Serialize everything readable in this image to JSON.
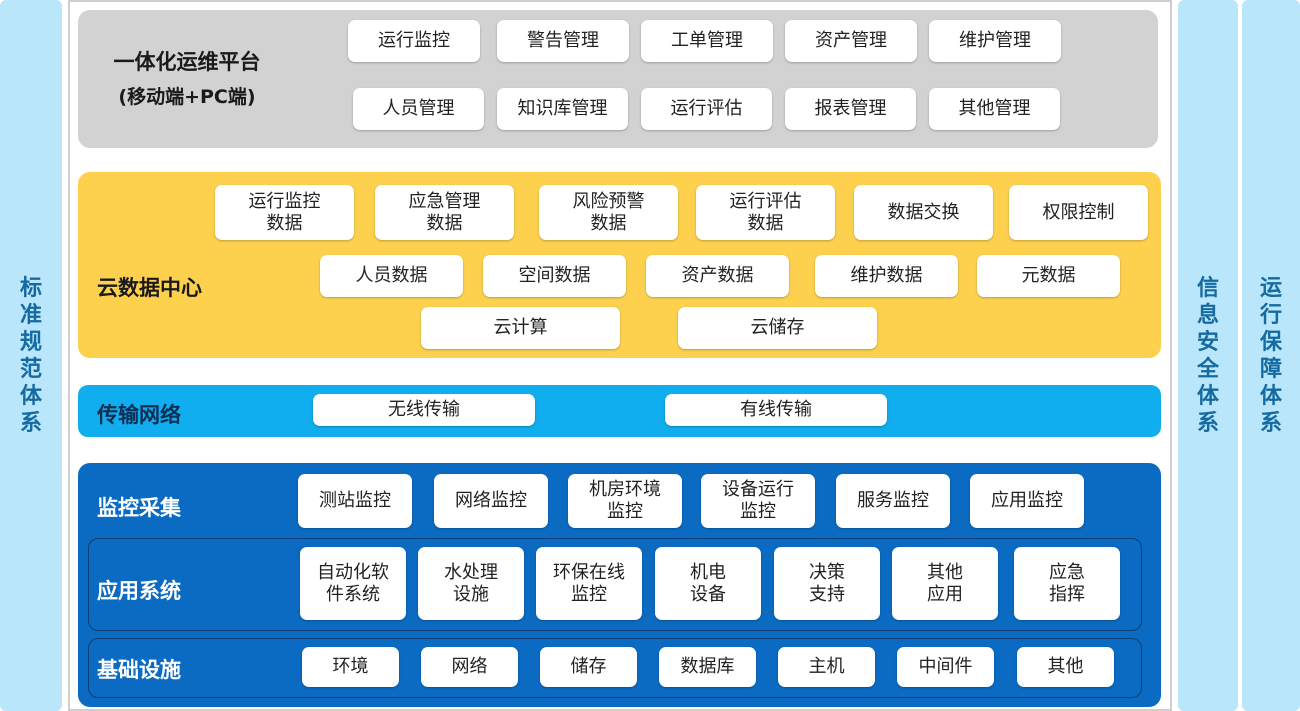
{
  "left_side": {
    "label": "标准规范体系"
  },
  "right_sides": [
    {
      "label": "信息安全体系"
    },
    {
      "label": "运行保障体系"
    }
  ],
  "platform": {
    "title": "一体化运维平台",
    "subtitle": "(移动端+PC端)",
    "row1": [
      "运行监控",
      "警告管理",
      "工单管理",
      "资产管理",
      "维护管理"
    ],
    "row2": [
      "人员管理",
      "知识库管理",
      "运行评估",
      "报表管理",
      "其他管理"
    ]
  },
  "cloud": {
    "title": "云数据中心",
    "row1": [
      "运行监控\n数据",
      "应急管理\n数据",
      "风险预警\n数据",
      "运行评估\n数据",
      "数据交换",
      "权限控制"
    ],
    "row2": [
      "人员数据",
      "空间数据",
      "资产数据",
      "维护数据",
      "元数据"
    ],
    "row3": [
      "云计算",
      "云储存"
    ]
  },
  "network": {
    "title": "传输网络",
    "items": [
      "无线传输",
      "有线传输"
    ]
  },
  "monitoring": {
    "title": "监控采集",
    "items": [
      "测站监控",
      "网络监控",
      "机房环境\n监控",
      "设备运行\n监控",
      "服务监控",
      "应用监控"
    ]
  },
  "application": {
    "title": "应用系统",
    "items": [
      "自动化软\n件系统",
      "水处理\n设施",
      "环保在线\n监控",
      "机电\n设备",
      "决策\n支持",
      "其他\n应用",
      "应急\n指挥"
    ]
  },
  "infrastructure": {
    "title": "基础设施",
    "items": [
      "环境",
      "网络",
      "储存",
      "数据库",
      "主机",
      "中间件",
      "其他"
    ]
  },
  "colors": {
    "side_bg": "#b9e6fb",
    "side_text": "#156aa1",
    "platform_bg": "#d2d2d2",
    "cloud_bg": "#fdd14e",
    "network_bg": "#10aeee",
    "base_bg": "#0b6bc2"
  }
}
